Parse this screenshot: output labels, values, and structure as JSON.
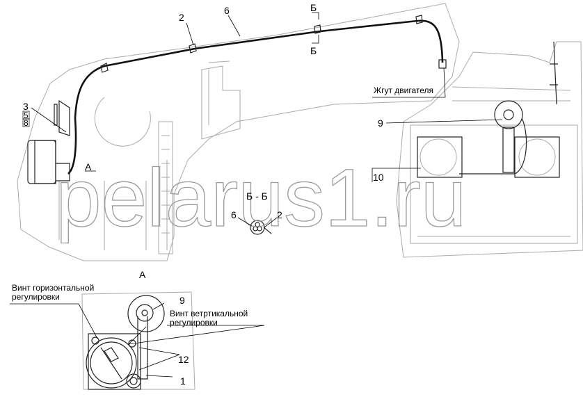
{
  "watermark": "pelarus1.ru",
  "labels": {
    "top_2": "2",
    "top_6": "6",
    "section_b_top": "Б",
    "section_b_bottom": "Б",
    "engine_harness": "Жгут двигателя",
    "l3": "3",
    "l5": "5",
    "l8": "8",
    "view_a_marker": "А",
    "r9": "9",
    "r10": "10",
    "section_bb": "Б - Б",
    "bb_6": "6",
    "bb_2": "2",
    "view_a_title": "А",
    "horiz_screw_1": "Винт горизонтальной",
    "horiz_screw_2": "регулировки",
    "a9": "9",
    "vert_screw_1": "Винт ветртикальной",
    "vert_screw_2": "регулировки",
    "a12": "12",
    "a1": "1"
  }
}
